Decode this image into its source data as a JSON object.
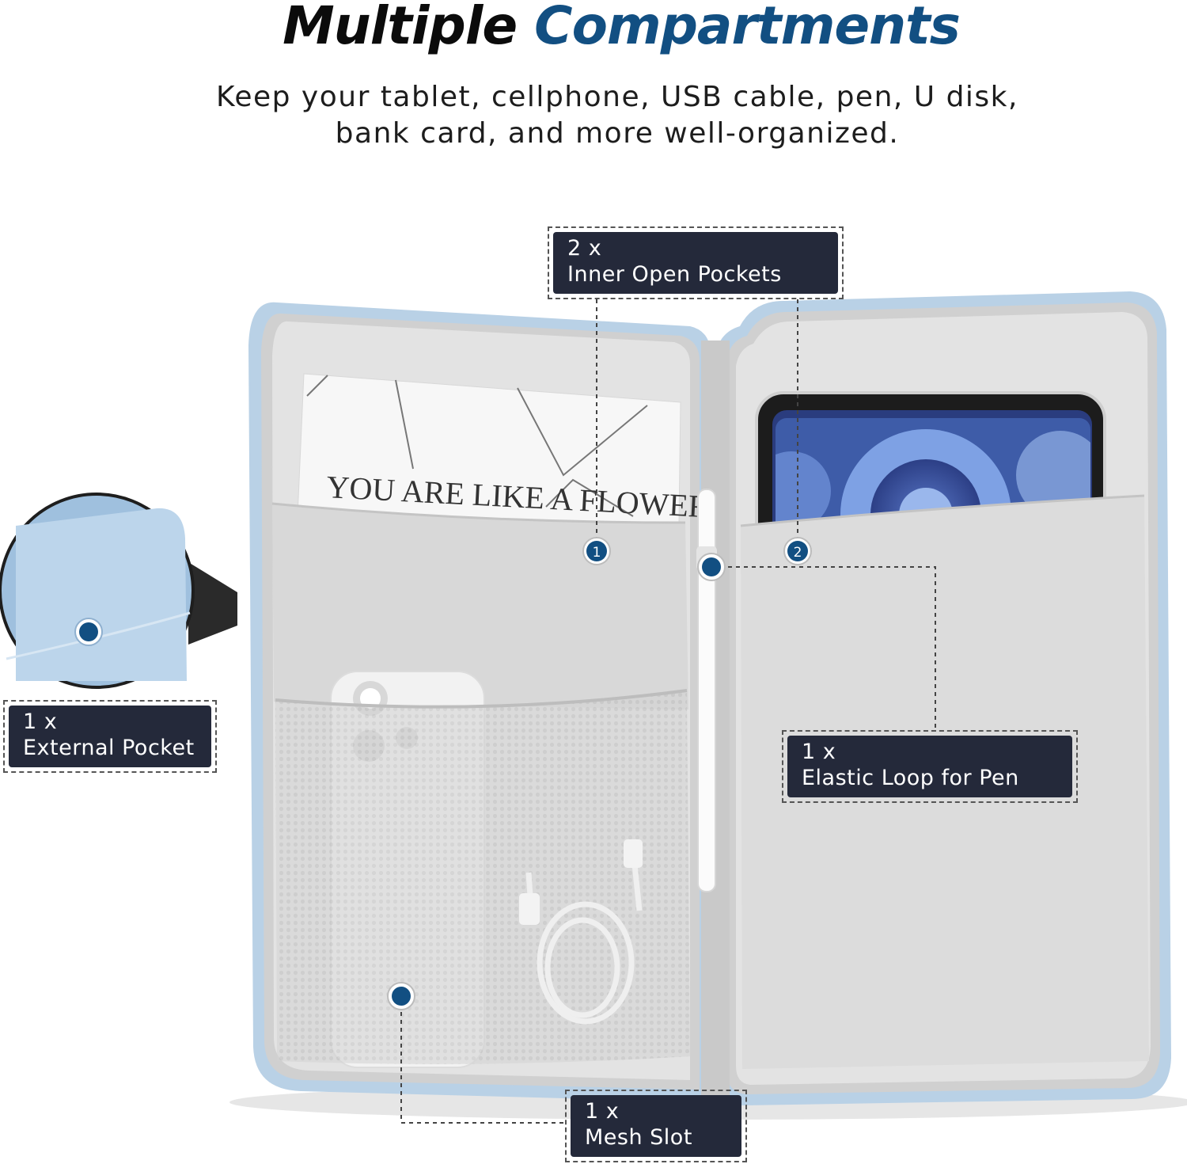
{
  "heading": {
    "word1": "Multiple",
    "word2": "Compartments"
  },
  "description": "Keep your tablet, cellphone, USB cable, pen, U disk, bank card, and more well-organized.",
  "card_text": "YOU ARE LIKE A FLOWER",
  "markers": {
    "one": "1",
    "two": "2"
  },
  "callouts": {
    "inner_pockets": {
      "qty": "2 x",
      "name": "Inner Open Pockets"
    },
    "external_pocket": {
      "qty": "1 x",
      "name": "External Pocket"
    },
    "elastic_loop": {
      "qty": "1 x",
      "name": "Elastic Loop for Pen"
    },
    "mesh_slot": {
      "qty": "1 x",
      "name": "Mesh Slot"
    }
  },
  "colors": {
    "accent_blue": "#124f82",
    "label_bg": "#24293a",
    "case_blue": "#b9d1e6",
    "lining_gray": "#e2e2e2"
  }
}
